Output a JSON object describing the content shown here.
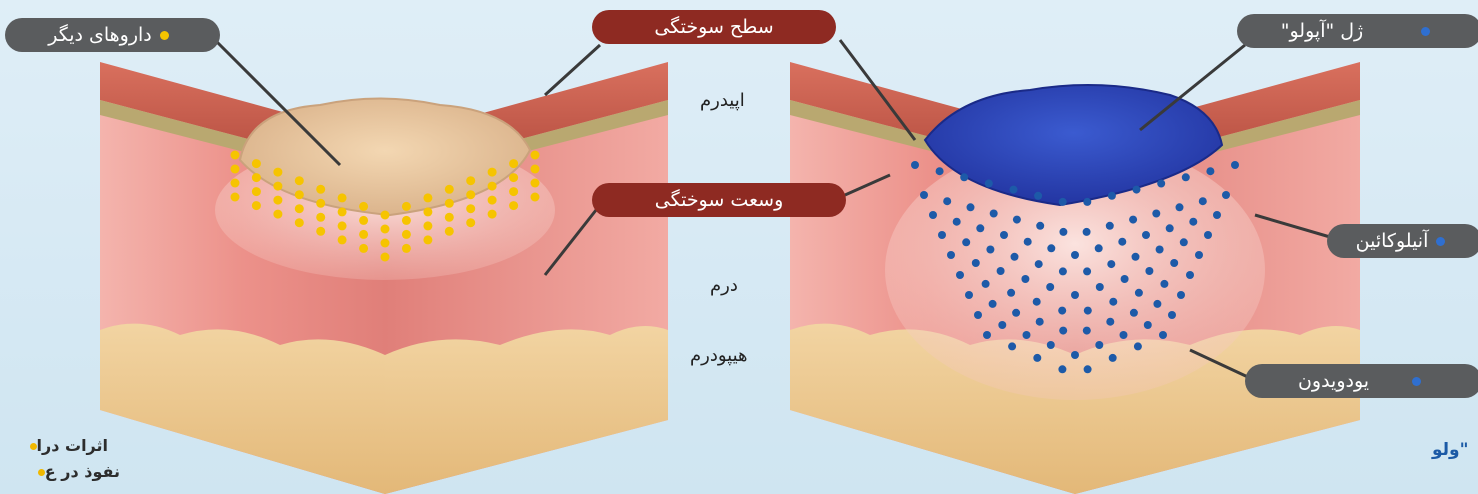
{
  "labels": {
    "other_drugs": "داروهای دیگر",
    "burn_surface": "سطح سوختگی",
    "burn_extent": "وسعت سوختگی",
    "apollo_gel": "ژل \"آپولو\"",
    "aniluquine": "آنیلوکائین",
    "iodopovidone": "یودویدون"
  },
  "layers": {
    "epidermis": "اپیدرم",
    "dermis": "درم",
    "hypodermis": "هیپودرم"
  },
  "notes": {
    "effects": "اثرات درا",
    "penetration": "نفوذ در ع",
    "apollo_partial": "ولو\""
  },
  "colors": {
    "yellow_dot": "#f6c400",
    "blue_dot": "#1d5aa8",
    "gel": "#2b3fae",
    "pill_gray": "#5a5c5e",
    "pill_red": "#8e2a22"
  },
  "icons": {
    "yellow_dot": "yellow-dot-icon",
    "blue_dot": "blue-dot-icon"
  }
}
